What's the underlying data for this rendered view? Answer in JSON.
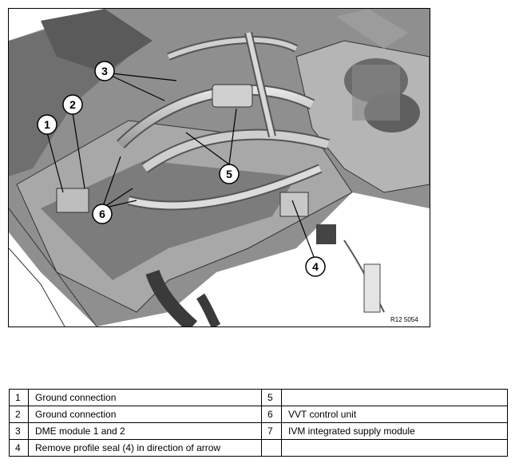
{
  "figure": {
    "reference": "R12 5054",
    "callouts": [
      "1",
      "2",
      "3",
      "5",
      "6",
      "4"
    ]
  },
  "legend": {
    "rows": [
      {
        "left_num": "1",
        "left_text": "Ground connection",
        "right_num": "5",
        "right_text": ""
      },
      {
        "left_num": "2",
        "left_text": "Ground connection",
        "right_num": "6",
        "right_text": "VVT control unit"
      },
      {
        "left_num": "3",
        "left_text": "DME module 1 and 2",
        "right_num": "7",
        "right_text": "IVM integrated supply module"
      },
      {
        "left_num": "4",
        "left_text": "Remove profile seal (4) in direction of arrow",
        "right_num": "",
        "right_text": ""
      }
    ]
  }
}
